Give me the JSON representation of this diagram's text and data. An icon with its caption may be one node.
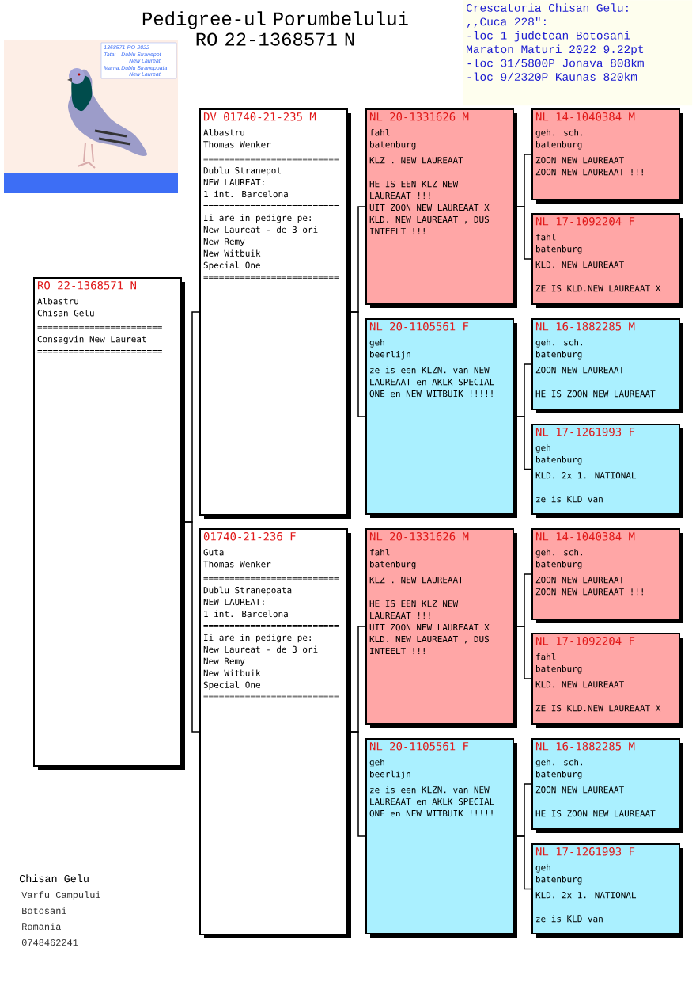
{
  "diagram": {
    "title": "Pedigree-ul Porumbelului RO 22-1368571 N",
    "nodes": [
      {
        "text": [
          "Crescatoria Chisan Gelu:",
          ",,Cuca 228\":",
          "-loc 1 judetean Botosani",
          "Maraton Maturi 2022 9.22pt",
          "-loc 31/5800P Jonava 808km",
          "-loc 9/2320P Kaunas 820km"
        ]
      },
      {
        "text": [
          "RO 22-1368571 N",
          "Albastru",
          "Chisan Gelu",
          "========================",
          "Consagvin New Laureat",
          "========================"
        ]
      },
      {
        "text": [
          "DV 01740-21-235 M",
          "Albastru",
          "Thomas Wenker",
          "==========================",
          "Dublu Stranepot",
          "NEW LAUREAT:",
          "1 int. Barcelona",
          "==========================",
          "Ii are in pedigre pe:",
          "New Laureat - de 3 ori",
          "New Remy",
          "New Witbuik",
          "Special One",
          "=========================="
        ]
      },
      {
        "text": [
          "01740-21-236 F",
          "Guta",
          "Thomas Wenker",
          "==========================",
          "Dublu Stranepoata",
          "NEW LAUREAT:",
          "1 int. Barcelona",
          "==========================",
          "Ii are in pedigre pe:",
          "New Laureat - de 3 ori",
          "New Remy",
          "New Witbuik",
          "Special One",
          "=========================="
        ]
      },
      {
        "text": [
          "NL 20-1331626 M",
          "fahl",
          "batenburg",
          "KLZ . NEW LAUREAAT",
          "HE IS EEN KLZ NEW LAUREAAT !!!",
          "UIT ZOON NEW LAUREAAT X KLD. NEW LAUREAAT , DUS INTEELT !!!"
        ]
      },
      {
        "text": [
          "NL 20-1105561 F",
          "geh",
          "beerlijn",
          "ze is een KLZN. van NEW LAUREAAT en AKLK SPECIAL ONE en NEW WITBUIK !!!!!"
        ]
      },
      {
        "text": [
          "NL 14-1040384 M",
          "geh. sch.",
          "batenburg",
          "ZOON NEW LAUREAAT",
          "ZOON NEW LAUREAAT !!!"
        ]
      },
      {
        "text": [
          "NL 17-1092204 F",
          "fahl",
          "batenburg",
          "KLD. NEW LAUREAAT",
          "ZE IS KLD.NEW LAUREAAT X"
        ]
      },
      {
        "text": [
          "NL 16-1882285 M",
          "geh. sch.",
          "batenburg",
          "ZOON NEW LAUREAAT",
          "HE IS ZOON NEW LAUREAAT"
        ]
      },
      {
        "text": [
          "NL 17-1261993 F",
          "geh",
          "batenburg",
          "KLD. 2x 1. NATIONAL",
          "ze is KLD van"
        ]
      },
      {
        "text": [
          "NL 20-1331626 M",
          "fahl",
          "batenburg",
          "KLZ . NEW LAUREAAT",
          "HE IS EEN KLZ NEW LAUREAAT !!!",
          "UIT ZOON NEW LAUREAAT X KLD. NEW LAUREAAT , DUS INTEELT !!!"
        ]
      },
      {
        "text": [
          "NL 20-1105561 F",
          "geh",
          "beerlijn",
          "ze is een KLZN. van NEW LAUREAAT en AKLK SPECIAL ONE en NEW WITBUIK !!!!!"
        ]
      },
      {
        "text": [
          "NL 14-1040384 M",
          "geh. sch.",
          "batenburg",
          "ZOON NEW LAUREAAT",
          "ZOON NEW LAUREAAT !!!"
        ]
      },
      {
        "text": [
          "NL 17-1092204 F",
          "fahl",
          "batenburg",
          "KLD. NEW LAUREAAT",
          "ZE IS KLD.NEW LAUREAAT X"
        ]
      },
      {
        "text": [
          "NL 16-1882285 M",
          "geh. sch.",
          "batenburg",
          "ZOON NEW LAUREAAT",
          "HE IS ZOON NEW LAUREAAT"
        ]
      },
      {
        "text": [
          "NL 17-1261993 F",
          "geh",
          "batenburg",
          "KLD. 2x 1. NATIONAL",
          "ze is KLD van"
        ]
      }
    ],
    "edges": [
      {
        "from": 1,
        "to": 2,
        "arrow": "none"
      },
      {
        "from": 1,
        "to": 3,
        "arrow": "none"
      },
      {
        "from": 2,
        "to": 4,
        "arrow": "none"
      },
      {
        "from": 2,
        "to": 5,
        "arrow": "none"
      },
      {
        "from": 3,
        "to": 10,
        "arrow": "none"
      },
      {
        "from": 3,
        "to": 11,
        "arrow": "none"
      },
      {
        "from": 4,
        "to": 6,
        "arrow": "none"
      },
      {
        "from": 4,
        "to": 7,
        "arrow": "none"
      },
      {
        "from": 5,
        "to": 8,
        "arrow": "none"
      },
      {
        "from": 5,
        "to": 9,
        "arrow": "none"
      },
      {
        "from": 10,
        "to": 12,
        "arrow": "none"
      },
      {
        "from": 10,
        "to": 13,
        "arrow": "none"
      },
      {
        "from": 11,
        "to": 14,
        "arrow": "none"
      },
      {
        "from": 11,
        "to": 15,
        "arrow": "none"
      }
    ],
    "labels": [
      "1368571-RO-2022",
      "Tata:",
      "Dublu Stranepot",
      "New Laureat",
      "Mama:",
      "Dublu Stranepoata",
      "New Laureat",
      "Chisan Gelu",
      "Varfu Campului",
      "Botosani",
      "Romania",
      "0748462241"
    ]
  }
}
